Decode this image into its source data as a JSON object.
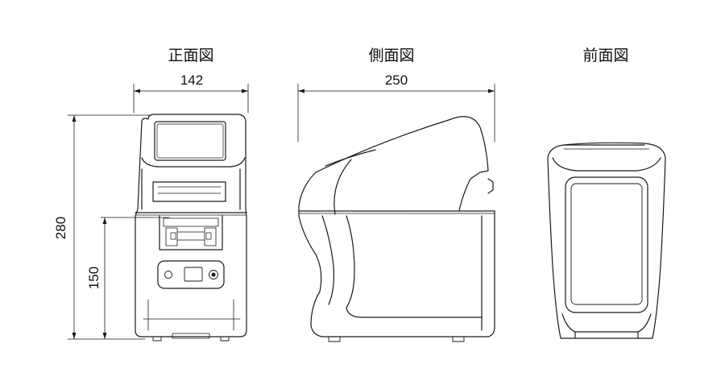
{
  "views": {
    "front": {
      "title": "正面図"
    },
    "side": {
      "title": "側面図"
    },
    "rear": {
      "title": "前面図"
    }
  },
  "dimensions": {
    "front_width": "142",
    "side_depth": "250",
    "total_height": "280",
    "slot_height": "150"
  },
  "colors": {
    "line": "#1a1a1a",
    "background": "#ffffff"
  }
}
